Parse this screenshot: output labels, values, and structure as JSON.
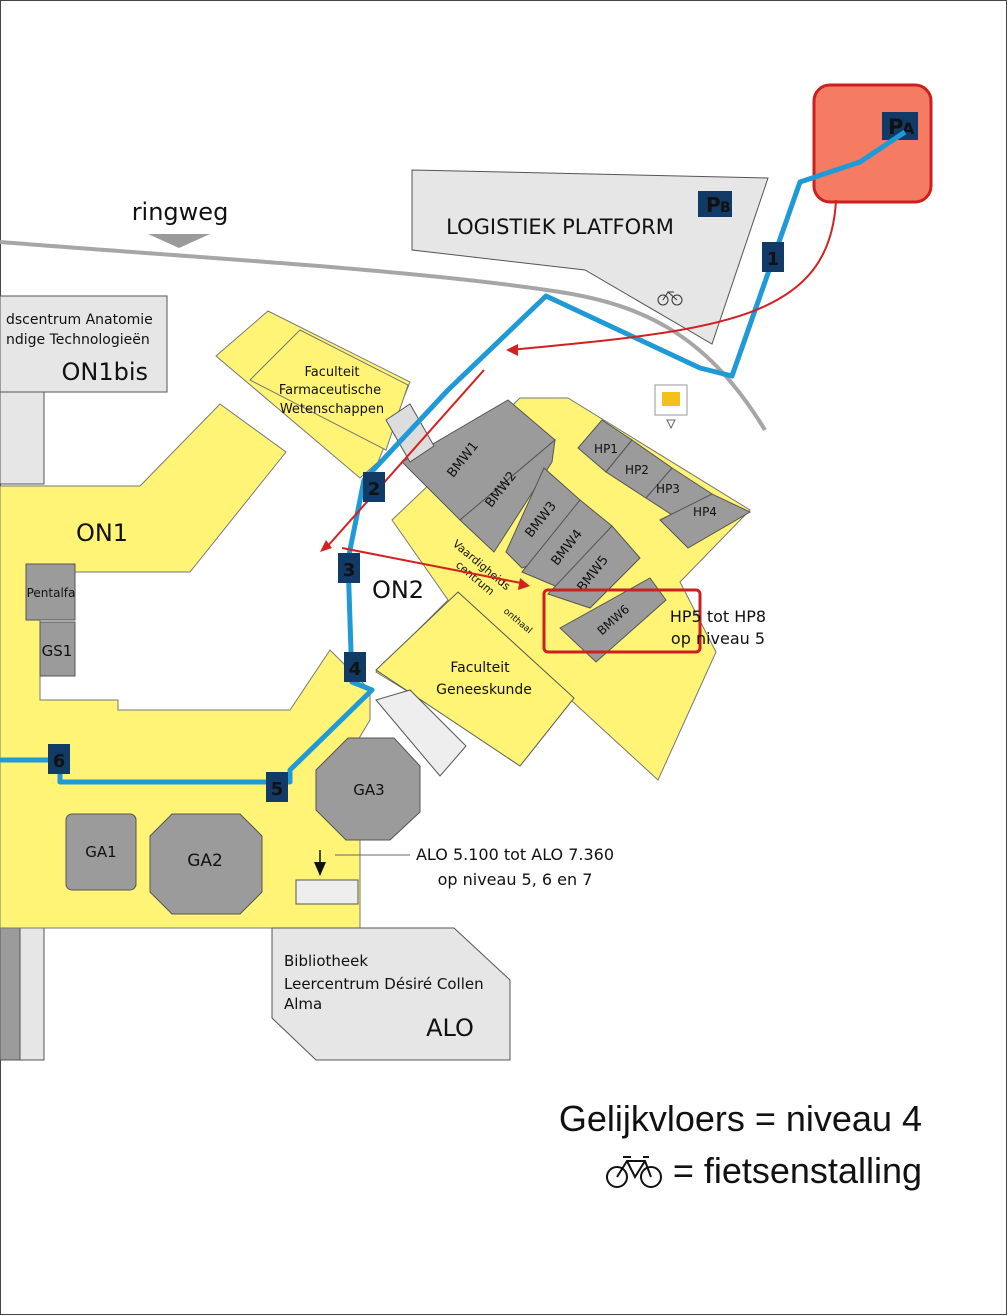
{
  "colors": {
    "building_yellow": "#fff475",
    "building_grey": "#9b9b9b",
    "block_light": "#e6e6e6",
    "route_blue": "#1f9ad6",
    "arrow_red": "#d42020",
    "parking_red": "#f57b63",
    "badge_navy": "#123a66"
  },
  "road": {
    "label": "ringweg"
  },
  "parking": [
    {
      "id": "PA",
      "label_main": "P",
      "label_sub": "A",
      "style": "highlighted"
    },
    {
      "id": "PB",
      "label_main": "P",
      "label_sub": "B",
      "style": "plain"
    }
  ],
  "buildings": {
    "logistiek": "LOGISTIEK PLATFORM",
    "on1bis": {
      "line1": "dscentrum Anatomie",
      "line2": "ndige Technologieën",
      "name": "ON1bis"
    },
    "farmaceutische": {
      "line1": "Faculteit",
      "line2": "Farmaceutische",
      "line3": "Wetenschappen"
    },
    "on1": "ON1",
    "on2": "ON2",
    "pentalfa": "Pentalfa",
    "gs1": "GS1",
    "geneeskunde": {
      "line1": "Faculteit",
      "line2": "Geneeskunde"
    },
    "vaardigheidscentrum": {
      "line1": "Vaardigheids",
      "line2": "centrum",
      "line3": "onthaal"
    },
    "alo": {
      "line1": "Bibliotheek",
      "line2": "Leercentrum Désiré Collen",
      "line3": "Alma",
      "name": "ALO"
    }
  },
  "rooms": [
    "BMW1",
    "BMW2",
    "BMW3",
    "BMW4",
    "BMW5",
    "BMW6",
    "HP1",
    "HP2",
    "HP3",
    "HP4",
    "GA1",
    "GA2",
    "GA3"
  ],
  "route_steps": [
    "1",
    "2",
    "3",
    "4",
    "5",
    "6"
  ],
  "notes": {
    "hp": {
      "line1": "HP5 tot HP8",
      "line2": "op niveau 5"
    },
    "alo": {
      "line1": "ALO 5.100 tot ALO 7.360",
      "line2": "op niveau 5, 6 en 7"
    }
  },
  "legend": {
    "floor": "Gelijkvloers = niveau 4",
    "bike": "= fietsenstalling",
    "bike_icon": "bicycle-icon"
  }
}
